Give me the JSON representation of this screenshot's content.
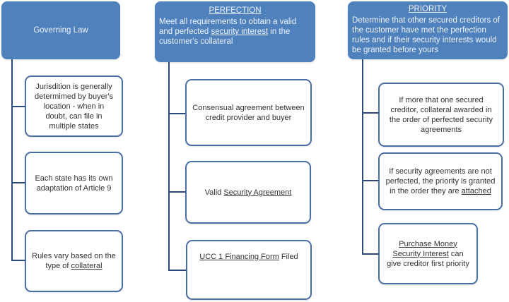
{
  "columns": [
    {
      "header": {
        "title": "Governing Law",
        "description": ""
      },
      "items": [
        {
          "parts": [
            {
              "text": "Jurisdition is generally determimed by buyer's location - when in doubt, can file in multiple states",
              "underline": false
            }
          ]
        },
        {
          "parts": [
            {
              "text": "Each state has its own adaptation of Article 9",
              "underline": false
            }
          ]
        },
        {
          "parts": [
            {
              "text": "Rules vary based on the type of ",
              "underline": false
            },
            {
              "text": "collateral",
              "underline": true
            }
          ]
        }
      ]
    },
    {
      "header": {
        "title": "PERFECTION",
        "description_parts": [
          {
            "text": "Meet all requirements to obtain a valid and perfected ",
            "underline": false
          },
          {
            "text": "security interest",
            "underline": true
          },
          {
            "text": " in the customer's collateral",
            "underline": false
          }
        ]
      },
      "items": [
        {
          "parts": [
            {
              "text": "Consensual agreement between credit provider and buyer",
              "underline": false
            }
          ]
        },
        {
          "parts": [
            {
              "text": "Valid ",
              "underline": false
            },
            {
              "text": "Security Agreement",
              "underline": true
            }
          ]
        },
        {
          "parts": [
            {
              "text": "UCC 1  Financing Form",
              "underline": true
            },
            {
              "text": " Filed",
              "underline": false
            }
          ]
        }
      ]
    },
    {
      "header": {
        "title": "PRIORITY",
        "description_parts": [
          {
            "text": "Determine that other secured creditors of the customer have met the perfection rules and if their security interests would be granted before yours",
            "underline": false
          }
        ]
      },
      "items": [
        {
          "parts": [
            {
              "text": "If more that one secured creditor, collateral  awarded in the order of perfected security agreements",
              "underline": false
            }
          ]
        },
        {
          "parts": [
            {
              "text": "If security agreements are not perfected, the priority is granted in the order they are ",
              "underline": false
            },
            {
              "text": "attached",
              "underline": true
            }
          ]
        },
        {
          "parts": [
            {
              "text": "Purchase Money Security Interest",
              "underline": true
            },
            {
              "text": " can give creditor first priority",
              "underline": false
            }
          ]
        }
      ]
    }
  ],
  "colors": {
    "header_fill": "#4f81bd",
    "header_text": "#eef3fb",
    "child_border": "#4a6fa5",
    "connector": "#2c4a7a",
    "child_text": "#333333"
  }
}
